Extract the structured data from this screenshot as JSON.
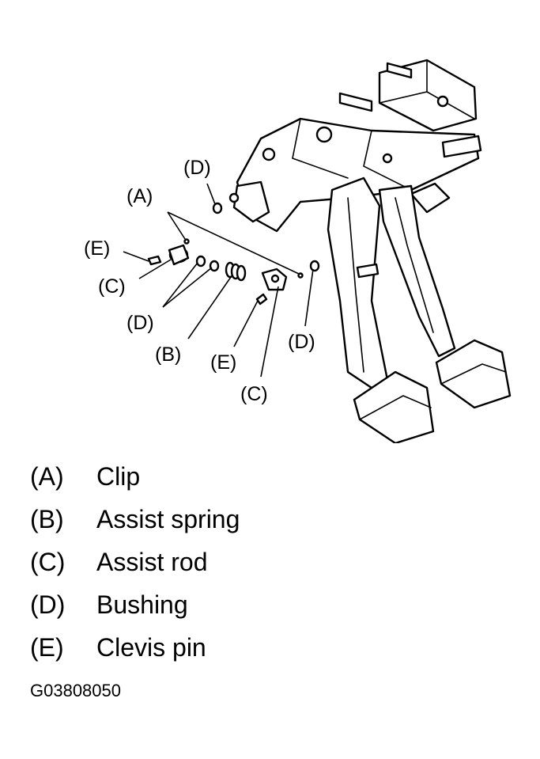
{
  "callouts": {
    "a": "(A)",
    "b": "(B)",
    "c_left": "(C)",
    "c_right": "(C)",
    "d_top": "(D)",
    "d_left": "(D)",
    "d_right": "(D)",
    "e_left": "(E)",
    "e_right": "(E)"
  },
  "legend": [
    {
      "code": "(A)",
      "text": "Clip"
    },
    {
      "code": "(B)",
      "text": "Assist spring"
    },
    {
      "code": "(C)",
      "text": "Assist rod"
    },
    {
      "code": "(D)",
      "text": "Bushing"
    },
    {
      "code": "(E)",
      "text": "Clevis pin"
    }
  ],
  "figure_id": "G03808050"
}
